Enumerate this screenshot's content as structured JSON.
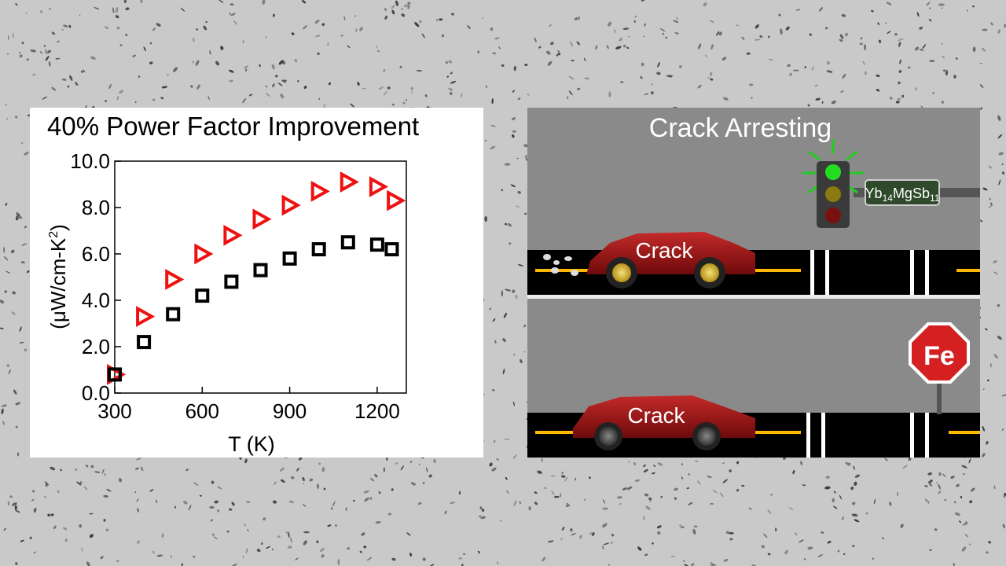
{
  "chart_data": {
    "type": "scatter",
    "title": "40% Power Factor Improvement",
    "xlabel": "T (K)",
    "ylabel": "(μW/cm-K",
    "ylabel_sup": "2",
    "ylabel_close": ")",
    "xlim": [
      300,
      1300
    ],
    "ylim": [
      0.0,
      10.0
    ],
    "x_ticks": [
      300,
      600,
      900,
      1200
    ],
    "x_tick_labels": [
      "300",
      "600",
      "900",
      "1200"
    ],
    "y_ticks": [
      0,
      2,
      4,
      6,
      8,
      10
    ],
    "y_tick_labels": [
      "0.0",
      "2.0",
      "4.0",
      "6.0",
      "8.0",
      "10.0"
    ],
    "grid": false,
    "series": [
      {
        "marker": "triangle-right",
        "color": "#ee1111",
        "x": [
          300,
          400,
          500,
          600,
          700,
          800,
          900,
          1000,
          1100,
          1200,
          1260
        ],
        "y": [
          0.8,
          3.3,
          4.9,
          6.0,
          6.8,
          7.5,
          8.1,
          8.7,
          9.1,
          8.9,
          8.3
        ]
      },
      {
        "marker": "square-open",
        "color": "#000000",
        "x": [
          300,
          400,
          500,
          600,
          700,
          800,
          900,
          1000,
          1100,
          1200,
          1250
        ],
        "y": [
          0.8,
          2.2,
          3.4,
          4.2,
          4.8,
          5.3,
          5.8,
          6.2,
          6.5,
          6.4,
          6.2
        ]
      }
    ]
  },
  "scene": {
    "title": "Crack Arresting",
    "car_top_label": "Crack",
    "car_bottom_label": "Crack",
    "sign_main": "Yb",
    "sign_sub1": "14",
    "sign_mid": "MgSb",
    "sign_sub2": "11",
    "stop_sign_label": "Fe",
    "colors": {
      "car": "#9b1212",
      "road": "#000000",
      "lane": "#ffb800",
      "light_green": "#22dd22",
      "stop_sign": "#d42020",
      "sign_bg": "#2e4a2a"
    }
  }
}
